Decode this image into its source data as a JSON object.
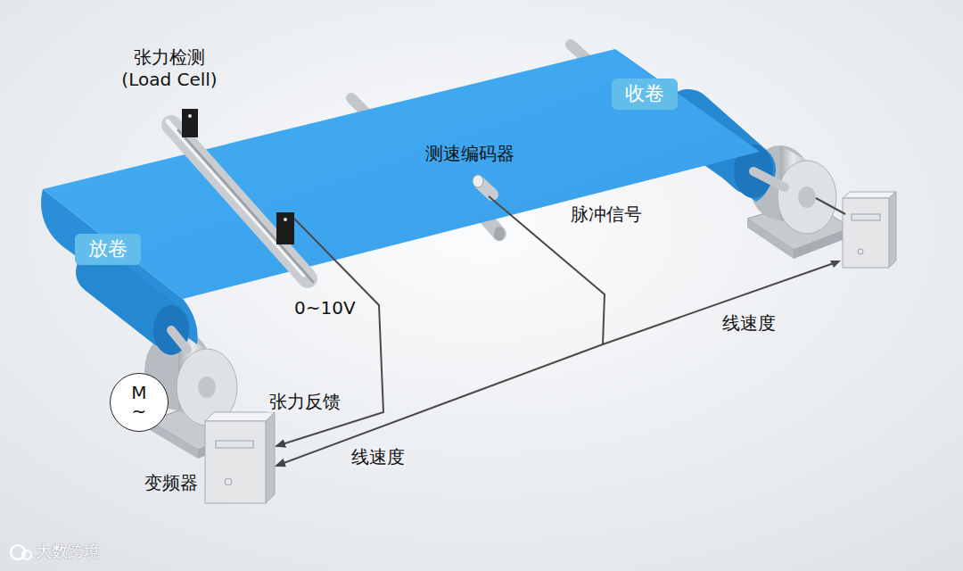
{
  "diagram": {
    "nodes": [
      {
        "text": [
          "张力检测 (Load Cell)"
        ]
      },
      {
        "text": [
          "收卷"
        ]
      },
      {
        "text": [
          "测速编码器"
        ]
      },
      {
        "text": [
          "放卷"
        ]
      },
      {
        "text": [
          "M ~"
        ]
      },
      {
        "text": [
          "变频器"
        ]
      }
    ],
    "edges": [
      {
        "from": 0,
        "to": 5,
        "arrow": "to",
        "label": "张力反馈"
      },
      {
        "from": 2,
        "to": 5,
        "arrow": "to",
        "label": "线速度"
      }
    ],
    "labels": [
      "0~10V",
      "脉冲信号",
      "线速度",
      "大数跨境"
    ]
  }
}
